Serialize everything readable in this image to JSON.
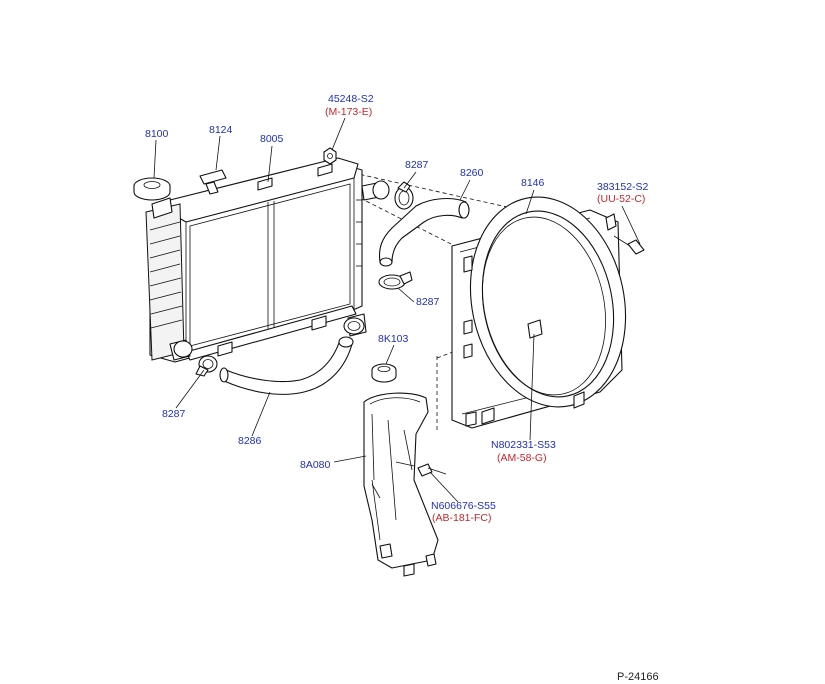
{
  "diagram": {
    "reference_id": "P-24166",
    "colors": {
      "part_number": "#1f2fb8",
      "spec_code": "#c8262a",
      "line": "#111111"
    },
    "parts": [
      {
        "key": "radiator_cap",
        "number": "8100"
      },
      {
        "key": "bracket",
        "number": "8124"
      },
      {
        "key": "radiator",
        "number": "8005"
      },
      {
        "key": "nut",
        "number": "45248-S2",
        "spec": "(M-173-E)"
      },
      {
        "key": "clamp_upper",
        "number": "8287"
      },
      {
        "key": "upper_hose",
        "number": "8260"
      },
      {
        "key": "fan_shroud",
        "number": "8146"
      },
      {
        "key": "shroud_bolt",
        "number": "383152-S2",
        "spec": "(UU-52-C)"
      },
      {
        "key": "clamp_mid",
        "number": "8287"
      },
      {
        "key": "reservoir_cap",
        "number": "8K103"
      },
      {
        "key": "clamp_lower",
        "number": "8287"
      },
      {
        "key": "lower_hose",
        "number": "8286"
      },
      {
        "key": "reservoir",
        "number": "8A080"
      },
      {
        "key": "shroud_nut",
        "number": "N802331-S53",
        "spec": "(AM-58-G)"
      },
      {
        "key": "reservoir_bolt",
        "number": "N606676-S55",
        "spec": "(AB-181-FC)"
      }
    ]
  }
}
